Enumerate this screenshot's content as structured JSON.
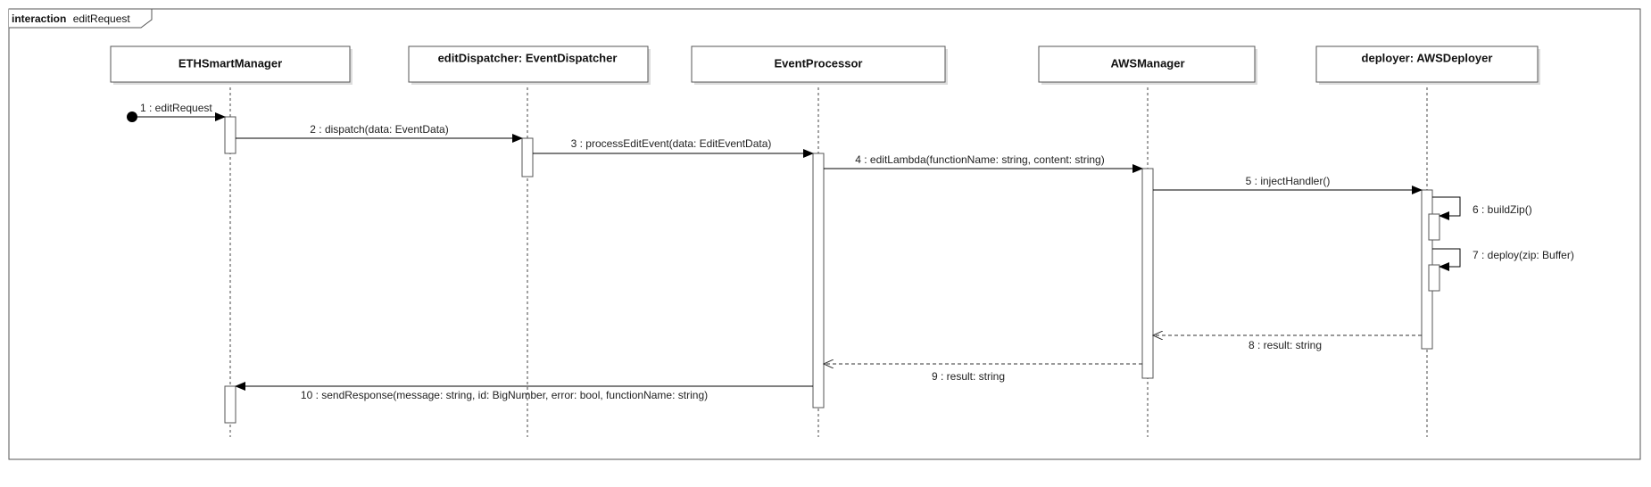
{
  "frame": {
    "keyword": "interaction",
    "name": "editRequest"
  },
  "participants": [
    {
      "id": "p0",
      "name": "ETHSmartManager"
    },
    {
      "id": "p1",
      "name": "editDispatcher: EventDispatcher"
    },
    {
      "id": "p2",
      "name": "EventProcessor"
    },
    {
      "id": "p3",
      "name": "AWSManager"
    },
    {
      "id": "p4",
      "name": "deployer: AWSDeployer"
    }
  ],
  "messages": [
    {
      "label": "1 : editRequest",
      "from": "found",
      "to": "p0",
      "kind": "sync"
    },
    {
      "label": "2 : dispatch(data: EventData)",
      "from": "p0",
      "to": "p1",
      "kind": "sync"
    },
    {
      "label": "3 : processEditEvent(data: EditEventData)",
      "from": "p1",
      "to": "p2",
      "kind": "sync"
    },
    {
      "label": "4 : editLambda(functionName: string, content: string)",
      "from": "p2",
      "to": "p3",
      "kind": "sync"
    },
    {
      "label": "5 : injectHandler()",
      "from": "p3",
      "to": "p4",
      "kind": "sync"
    },
    {
      "label": "6 : buildZip()",
      "from": "p4",
      "to": "p4",
      "kind": "self"
    },
    {
      "label": "7 : deploy(zip: Buffer)",
      "from": "p4",
      "to": "p4",
      "kind": "self"
    },
    {
      "label": "8 : result: string",
      "from": "p4",
      "to": "p3",
      "kind": "return"
    },
    {
      "label": "9 : result: string",
      "from": "p3",
      "to": "p2",
      "kind": "return"
    },
    {
      "label": "10 : sendResponse(message: string, id: BigNumber, error: bool, functionName: string)",
      "from": "p2",
      "to": "p0",
      "kind": "sync"
    }
  ]
}
